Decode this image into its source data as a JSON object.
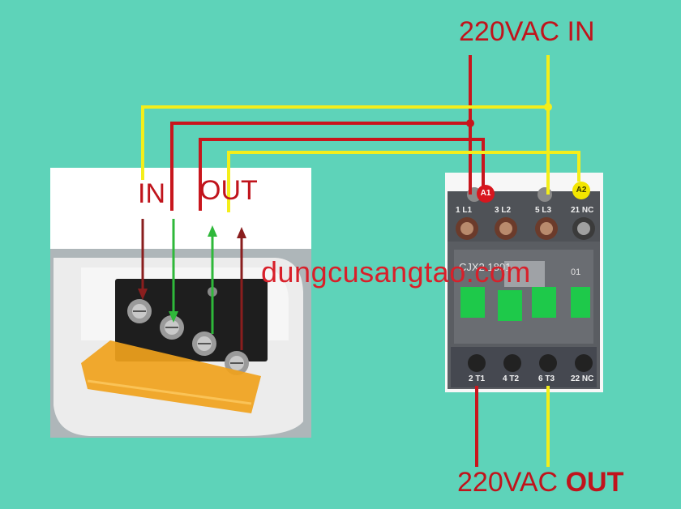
{
  "diagram": {
    "supply_label": "220VAC IN",
    "load_label_prefix": "220VAC",
    "load_label_emphasis": "OUT",
    "controller": {
      "in_label": "IN",
      "out_label": "OUT"
    },
    "watermark": "dungcusangtao.com",
    "contactor": {
      "coil_a1": "A1",
      "coil_a2": "A2",
      "model": "CJX2 1801",
      "aux_code": "01",
      "top_terminals": [
        "1 L1",
        "3 L2",
        "5 L3",
        "21 NC"
      ],
      "bottom_terminals": [
        "2 T1",
        "4 T2",
        "6 T3",
        "22 NC"
      ]
    },
    "wire_colors": {
      "red": "#c8161d",
      "yellow": "#f4ee1a",
      "green": "#2fb83a",
      "brown": "#8a1e1e"
    }
  }
}
